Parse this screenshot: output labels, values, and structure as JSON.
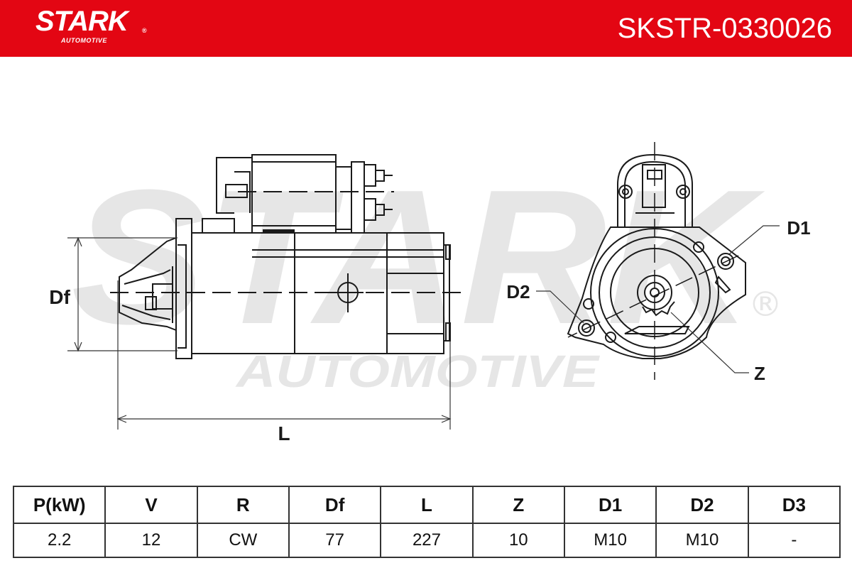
{
  "brand": {
    "name": "STARK",
    "sub": "AUTOMOTIVE",
    "registered": "®"
  },
  "part_number": "SKSTR-0330026",
  "colors": {
    "header_bg": "#e30613",
    "watermark": "#e6e6e6",
    "line": "#1a1a1a"
  },
  "diagram": {
    "labels": {
      "df": "Df",
      "l": "L",
      "d1": "D1",
      "d2": "D2",
      "z": "Z"
    },
    "watermark": {
      "main": "STARK",
      "sub": "AUTOMOTIVE",
      "registered": "®"
    }
  },
  "table": {
    "headers": [
      "P(kW)",
      "V",
      "R",
      "Df",
      "L",
      "Z",
      "D1",
      "D2",
      "D3"
    ],
    "values": [
      "2.2",
      "12",
      "CW",
      "77",
      "227",
      "10",
      "M10",
      "M10",
      "-"
    ]
  }
}
